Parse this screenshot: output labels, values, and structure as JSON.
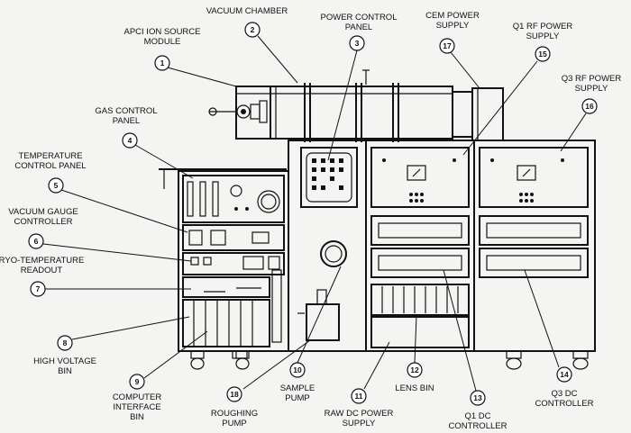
{
  "callouts": [
    {
      "num": "1",
      "lines": [
        "APCI ION SOURCE",
        "MODULE"
      ]
    },
    {
      "num": "2",
      "lines": [
        "VACUUM CHAMBER"
      ]
    },
    {
      "num": "3",
      "lines": [
        "POWER CONTROL",
        "PANEL"
      ]
    },
    {
      "num": "4",
      "lines": [
        "GAS CONTROL",
        "PANEL"
      ]
    },
    {
      "num": "5",
      "lines": [
        "TEMPERATURE",
        "CONTROL PANEL"
      ]
    },
    {
      "num": "6",
      "lines": [
        "VACUUM GAUGE",
        "CONTROLLER"
      ]
    },
    {
      "num": "7",
      "lines": [
        "RYO-TEMPERATURE",
        "READOUT"
      ]
    },
    {
      "num": "8",
      "lines": [
        "HIGH VOLTAGE",
        "BIN"
      ]
    },
    {
      "num": "9",
      "lines": [
        "COMPUTER",
        "INTERFACE",
        "BIN"
      ]
    },
    {
      "num": "10",
      "lines": [
        "SAMPLE",
        "PUMP"
      ]
    },
    {
      "num": "11",
      "lines": [
        "RAW DC POWER",
        "SUPPLY"
      ]
    },
    {
      "num": "12",
      "lines": [
        "LENS BIN"
      ]
    },
    {
      "num": "13",
      "lines": [
        "Q1 DC",
        "CONTROLLER"
      ]
    },
    {
      "num": "14",
      "lines": [
        "Q3 DC",
        "CONTROLLER"
      ]
    },
    {
      "num": "15",
      "lines": [
        "Q1 RF POWER",
        "SUPPLY"
      ]
    },
    {
      "num": "16",
      "lines": [
        "Q3 RF POWER",
        "SUPPLY"
      ]
    },
    {
      "num": "17",
      "lines": [
        "CEM POWER",
        "SUPPLY"
      ]
    },
    {
      "num": "18",
      "lines": [
        "ROUGHING",
        "PUMP"
      ]
    }
  ]
}
